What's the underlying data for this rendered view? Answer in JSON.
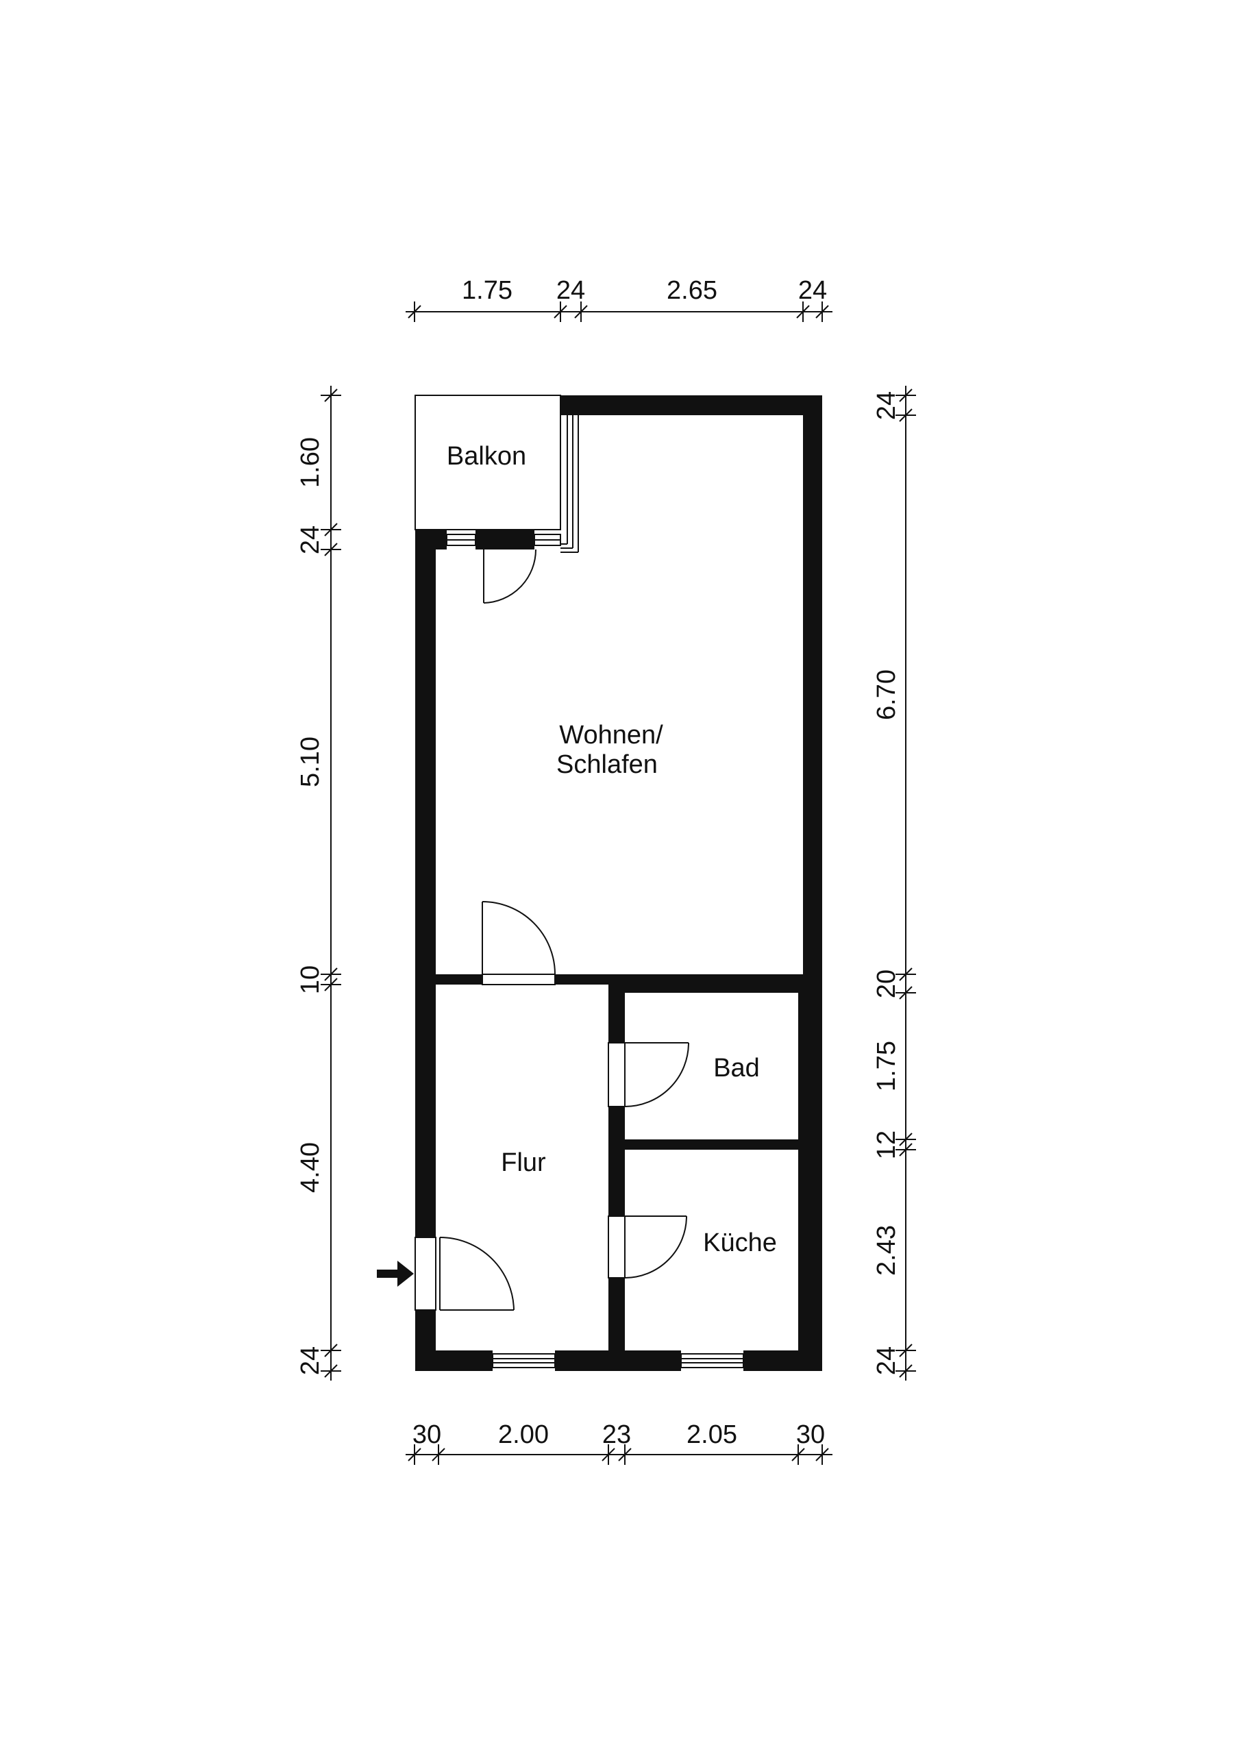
{
  "colors": {
    "wall": "#111111",
    "background": "#ffffff",
    "line": "#111111"
  },
  "rooms": {
    "balkon": "Balkon",
    "wohnen_line1": "Wohnen/",
    "wohnen_line2": "Schlafen",
    "flur": "Flur",
    "bad": "Bad",
    "kueche": "Küche"
  },
  "dimensions": {
    "top": [
      "1.75",
      "24",
      "2.65",
      "24"
    ],
    "bottom": [
      "30",
      "2.00",
      "23",
      "2.05",
      "30"
    ],
    "left": [
      "1.60",
      "24",
      "5.10",
      "10",
      "4.40",
      "24"
    ],
    "right": [
      "24",
      "6.70",
      "20",
      "1.75",
      "12",
      "2.43",
      "24"
    ]
  },
  "icons": {
    "entrance": "entrance-arrow-icon"
  }
}
